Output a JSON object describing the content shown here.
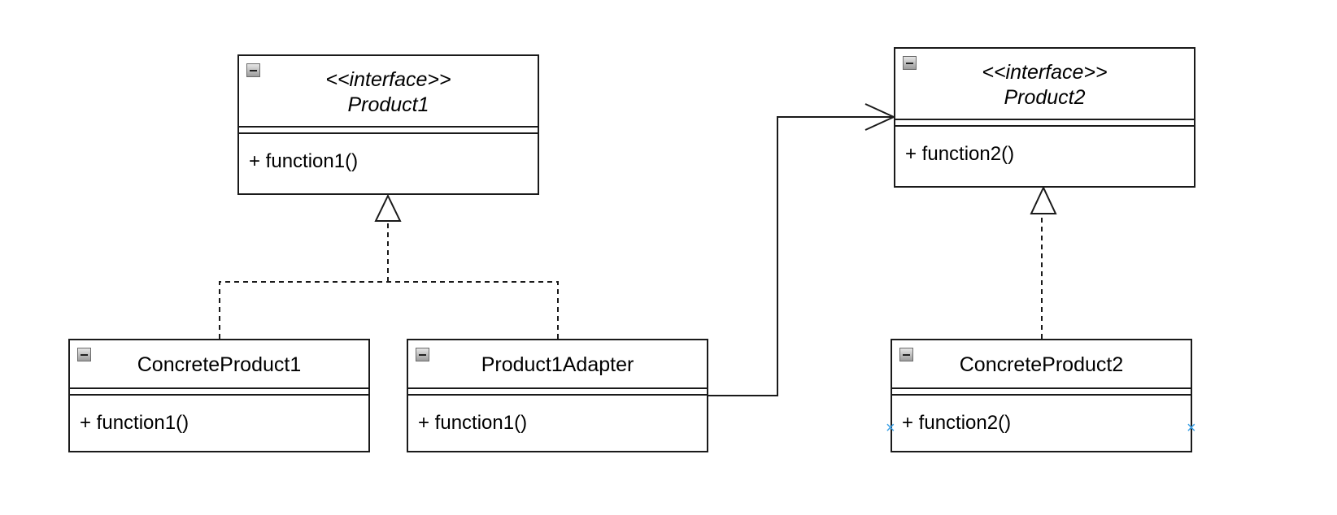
{
  "diagram": {
    "classes": [
      {
        "id": "product1",
        "stereotype": "<<interface>>",
        "name": "Product1",
        "operation": "+ function1()"
      },
      {
        "id": "product2",
        "stereotype": "<<interface>>",
        "name": "Product2",
        "operation": "+ function2()"
      },
      {
        "id": "concreteproduct1",
        "name": "ConcreteProduct1",
        "operation": "+ function1()"
      },
      {
        "id": "product1adapter",
        "name": "Product1Adapter",
        "operation": "+ function1()"
      },
      {
        "id": "concreteproduct2",
        "name": "ConcreteProduct2",
        "operation": "+ function2()"
      }
    ],
    "relations": [
      {
        "type": "realization",
        "from": "ConcreteProduct1",
        "to": "Product1"
      },
      {
        "type": "realization",
        "from": "Product1Adapter",
        "to": "Product1"
      },
      {
        "type": "realization",
        "from": "ConcreteProduct2",
        "to": "Product2"
      },
      {
        "type": "association",
        "from": "Product1Adapter",
        "to": "Product2"
      }
    ],
    "colors": {
      "line": "#1a1a1a",
      "selection_handle": "#3aa0e6"
    },
    "icons": {
      "collapse": "collapse-minus-icon",
      "handle": "resize-handle-icon"
    }
  }
}
